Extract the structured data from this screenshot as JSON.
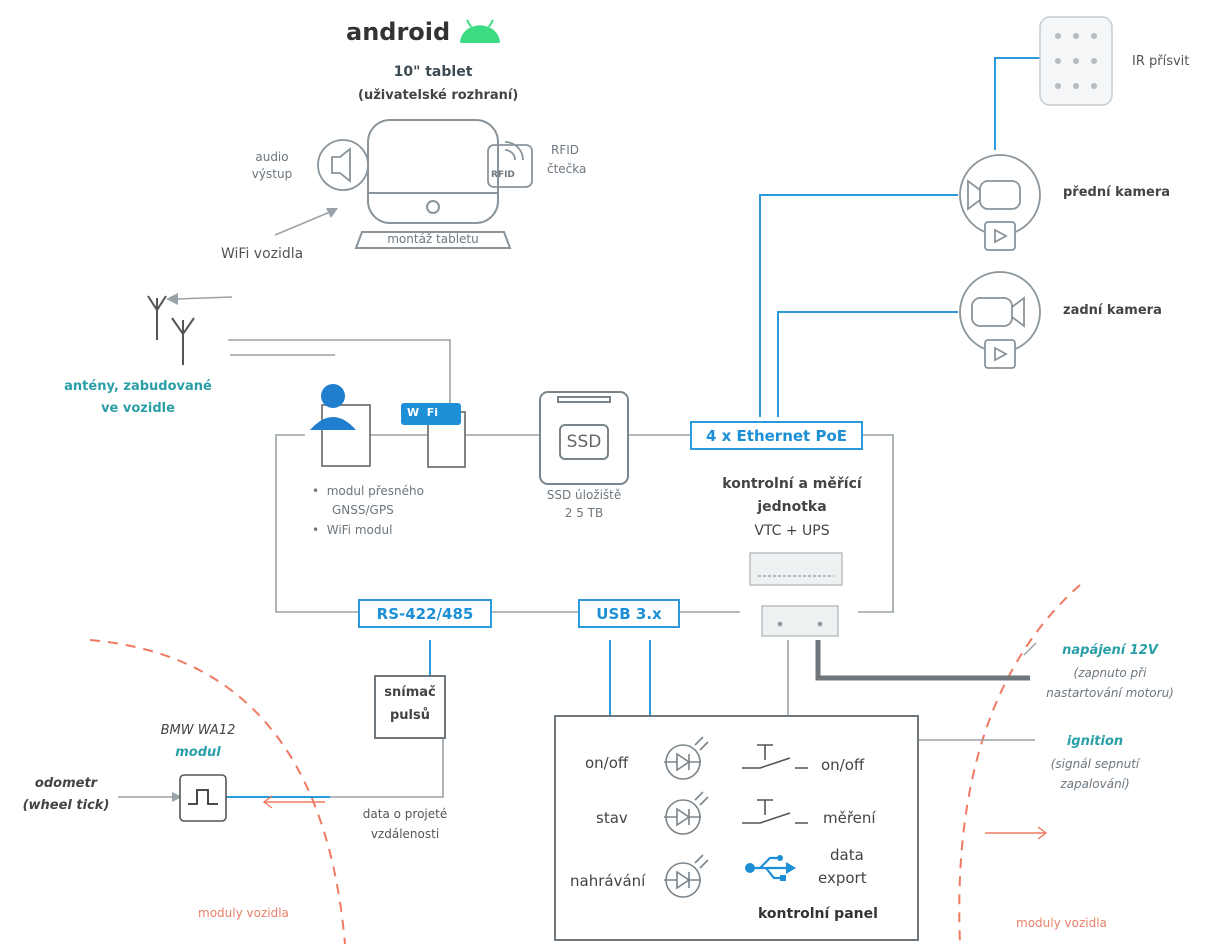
{
  "os": {
    "name": "android"
  },
  "tablet": {
    "title": "10\" tablet",
    "subtitle": "(uživatelské rozhraní)",
    "mount": "montáž tabletu",
    "rfid_icon_text": "RFID"
  },
  "audio": {
    "line1": "audio",
    "line2": "výstup"
  },
  "rfid": {
    "line1": "RFID",
    "line2": "čtečka"
  },
  "wifi_vehicle": "WiFi vozidla",
  "antennas": {
    "line1": "antény, zabudované",
    "line2": "ve vozidle"
  },
  "modules": {
    "bullets": [
      "modul přesného",
      "GNSS/GPS",
      "WiFi modul"
    ],
    "wifi_badge": "W  Fi"
  },
  "ssd": {
    "icon_text": "SSD",
    "line1": "SSD úložiště",
    "line2": "2 5 TB"
  },
  "ethernet": "4 x Ethernet PoE",
  "control_unit": {
    "line1": "kontrolní a měřící",
    "line2": "jednotka",
    "line3": "VTC + UPS"
  },
  "ir": "IR přísvit",
  "front_camera": "přední kamera",
  "rear_camera": "zadní kamera",
  "rs": "RS-422/485",
  "usb": "USB 3.x",
  "pulse": {
    "line1": "snímač",
    "line2": "pulsů"
  },
  "bmw": {
    "line1": "BMW WA12",
    "line2": "modul"
  },
  "odometer": {
    "line1": "odometr",
    "line2": "(wheel tick)"
  },
  "distance": {
    "line1": "data o projeté",
    "line2": "vzdálenosti"
  },
  "power": {
    "title": "napájení 12V",
    "line1": "(zapnuto při",
    "line2": "nastartování motoru)"
  },
  "ignition": {
    "title": "ignition",
    "line1": "(signál sepnutí",
    "line2": "zapalování)"
  },
  "panel": {
    "title": "kontrolní panel",
    "onoff_left": "on/off",
    "status": "stav",
    "recording": "nahrávání",
    "onoff_right": "on/off",
    "measure": "měření",
    "export_line1": "data",
    "export_line2": "export"
  },
  "vehicle_modules_left": "moduly vozidla",
  "vehicle_modules_right": "moduly vozidla",
  "colors": {
    "blue": "#2b9ad9",
    "gray": "#9aa3a9",
    "orange": "#ef7a62",
    "android": "#3ddc84"
  }
}
